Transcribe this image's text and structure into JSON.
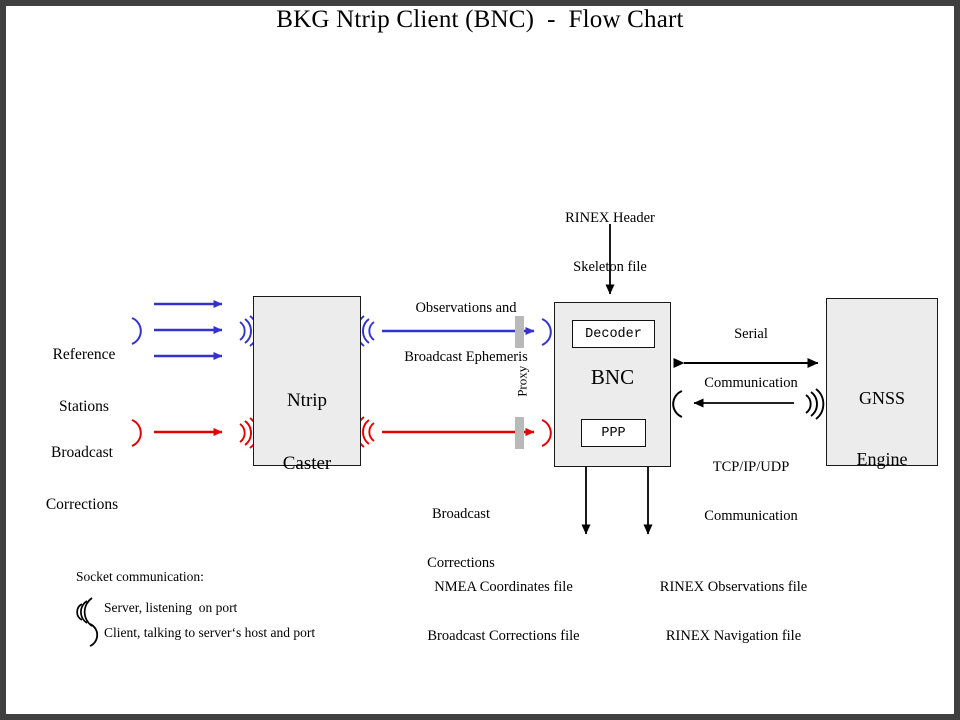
{
  "title": "BKG Ntrip Client (BNC)  -  Flow Chart",
  "colors": {
    "blue": "#3333cc",
    "red": "#e00000",
    "black": "#000000",
    "node_fill": "#ececec",
    "node_stroke": "#1a1a1a",
    "proxy_bar": "#b9b9b9",
    "page_border": "#404040",
    "background": "#ffffff"
  },
  "nodes": {
    "ntrip_caster": {
      "label_line1": "Ntrip",
      "label_line2": "Caster"
    },
    "bnc": {
      "label": "BNC",
      "decoder_label": "Decoder",
      "ppp_label": "PPP"
    },
    "gnss_engine": {
      "label_line1": "GNSS",
      "label_line2": "Engine"
    }
  },
  "sources": {
    "reference_stations": {
      "line1": "Reference",
      "line2": "Stations"
    },
    "broadcast_corrections": {
      "line1": "Broadcast",
      "line2": "Corrections"
    }
  },
  "edge_labels": {
    "observations": {
      "line1": "Observations and",
      "line2": "Broadcast Ephemeris"
    },
    "broadcast_corrections": {
      "line1": "Broadcast",
      "line2": "Corrections"
    },
    "rinex_header": {
      "line1": "RINEX Header",
      "line2": "Skeleton file"
    },
    "serial": {
      "line1": "Serial",
      "line2": "Communication"
    },
    "tcpip": {
      "line1": "TCP/IP/UDP",
      "line2": "Communication"
    },
    "proxy": "Proxy"
  },
  "outputs": {
    "left": {
      "line1": "NMEA Coordinates file",
      "line2": "Broadcast Corrections file"
    },
    "right": {
      "line1": "RINEX Observations file",
      "line2": "RINEX Navigation file"
    }
  },
  "legend": {
    "heading": "Socket communication:",
    "server_label": "Server, listening  on port",
    "client_label": "Client, talking to server‘s host and port",
    "server_icon": "server-socket-icon",
    "client_icon": "client-socket-icon"
  },
  "chart_data": {
    "type": "diagram",
    "title": "BKG Ntrip Client (BNC)  -  Flow Chart",
    "nodes": [
      "Reference Stations",
      "Broadcast Corrections",
      "Ntrip Caster",
      "Proxy",
      "BNC",
      "Decoder",
      "PPP",
      "GNSS Engine",
      "RINEX Header Skeleton file",
      "NMEA Coordinates file",
      "Broadcast Corrections file",
      "RINEX Observations file",
      "RINEX Navigation file"
    ],
    "edges": [
      {
        "from": "Reference Stations",
        "to": "Ntrip Caster",
        "color": "#3333cc",
        "count": 3,
        "direction": "right"
      },
      {
        "from": "Broadcast Corrections",
        "to": "Ntrip Caster",
        "color": "#e00000",
        "count": 1,
        "direction": "right"
      },
      {
        "from": "Ntrip Caster",
        "to": "BNC",
        "label": "Observations and Broadcast Ephemeris",
        "color": "#3333cc",
        "direction": "right",
        "via": "Proxy"
      },
      {
        "from": "Ntrip Caster",
        "to": "BNC",
        "label": "Broadcast Corrections",
        "color": "#e00000",
        "direction": "right",
        "via": "Proxy"
      },
      {
        "from": "RINEX Header Skeleton file",
        "to": "BNC",
        "color": "#000000",
        "direction": "down"
      },
      {
        "from": "BNC",
        "to": "GNSS Engine",
        "label": "Serial Communication",
        "color": "#000000",
        "direction": "both"
      },
      {
        "from": "GNSS Engine",
        "to": "BNC",
        "label": "TCP/IP/UDP Communication",
        "color": "#000000",
        "direction": "left"
      },
      {
        "from": "BNC",
        "to": "NMEA Coordinates file",
        "color": "#000000",
        "direction": "down"
      },
      {
        "from": "BNC",
        "to": "RINEX Observations file",
        "color": "#000000",
        "direction": "down"
      }
    ]
  }
}
